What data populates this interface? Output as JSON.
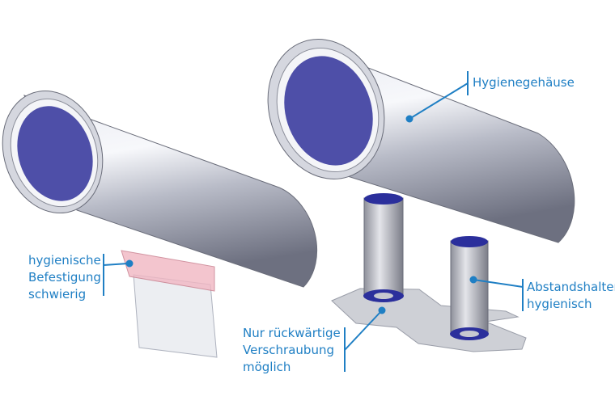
{
  "labels": {
    "left_mount": [
      "hygienische",
      "Befestigung",
      "schwierig"
    ],
    "housing": "Hygienegehäuse",
    "spacer": [
      "Abstandshalter",
      "hygienisch"
    ],
    "screw": [
      "Nur rückwärtige",
      "Verschraubung",
      "möglich"
    ]
  },
  "colors": {
    "label": "#1f7fc4",
    "lens": "#4e4fa8",
    "seal": "#2b2f9c"
  }
}
